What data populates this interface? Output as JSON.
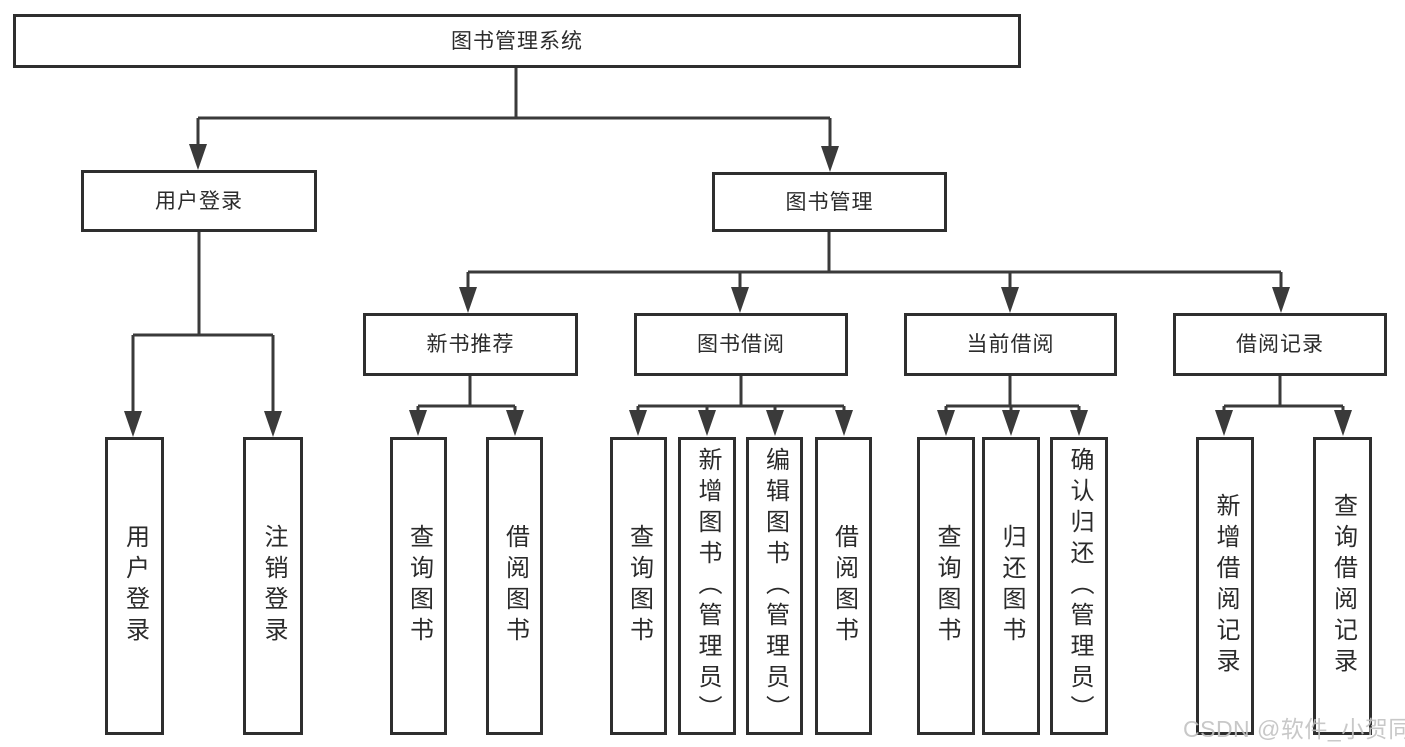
{
  "tree": {
    "label": "图书管理系统",
    "children": [
      {
        "label": "用户登录",
        "children": [
          {
            "label": "用户登录"
          },
          {
            "label": "注销登录"
          }
        ]
      },
      {
        "label": "图书管理",
        "children": [
          {
            "label": "新书推荐",
            "children": [
              {
                "label": "查询图书"
              },
              {
                "label": "借阅图书"
              }
            ]
          },
          {
            "label": "图书借阅",
            "children": [
              {
                "label": "查询图书"
              },
              {
                "label": "新增图书（管理员）"
              },
              {
                "label": "编辑图书（管理员）"
              },
              {
                "label": "借阅图书"
              }
            ]
          },
          {
            "label": "当前借阅",
            "children": [
              {
                "label": "查询图书"
              },
              {
                "label": "归还图书"
              },
              {
                "label": "确认归还（管理员）"
              }
            ]
          },
          {
            "label": "借阅记录",
            "children": [
              {
                "label": "新增借阅记录"
              },
              {
                "label": "查询借阅记录"
              }
            ]
          }
        ]
      }
    ]
  },
  "watermark": {
    "text": "CSDN @软件_小贺同学"
  },
  "colors": {
    "line": "#3a3a3a",
    "box_border": "#2e2e2e",
    "text": "#2b2b2b",
    "background": "#ffffff",
    "watermark": "#c3c3c3"
  }
}
